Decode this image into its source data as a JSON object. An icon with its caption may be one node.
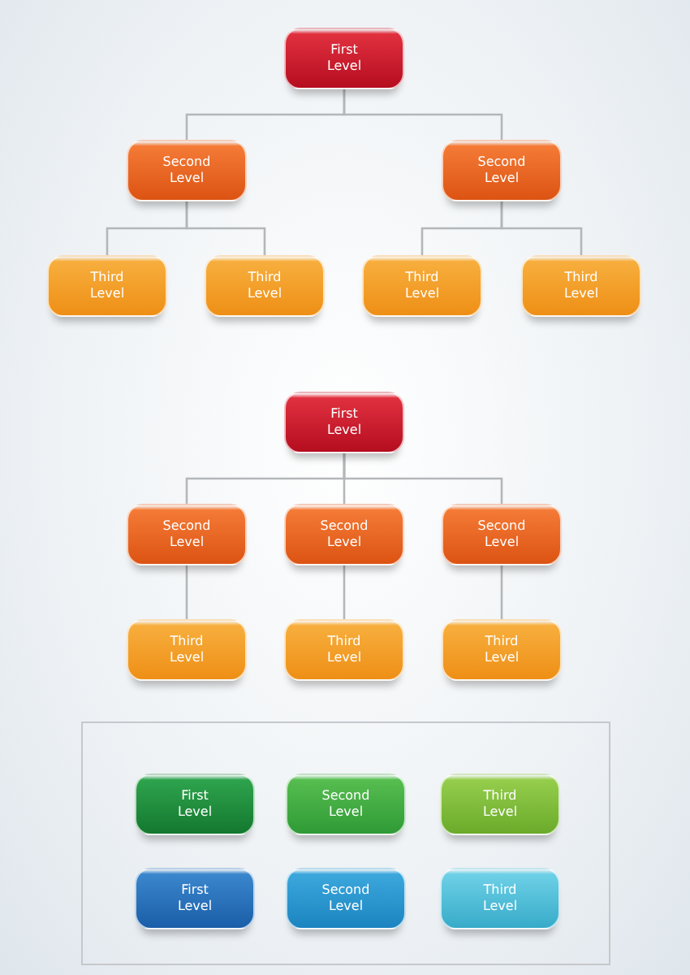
{
  "diagram": {
    "nodes": [
      {
        "text": [
          "First Level"
        ]
      },
      {
        "text": [
          "Second Level"
        ]
      },
      {
        "text": [
          "Second Level"
        ]
      },
      {
        "text": [
          "Third Level"
        ]
      },
      {
        "text": [
          "Third Level"
        ]
      },
      {
        "text": [
          "Third Level"
        ]
      },
      {
        "text": [
          "Third Level"
        ]
      },
      {
        "text": [
          "First Level"
        ]
      },
      {
        "text": [
          "Second Level"
        ]
      },
      {
        "text": [
          "Second Level"
        ]
      },
      {
        "text": [
          "Second Level"
        ]
      },
      {
        "text": [
          "Third Level"
        ]
      },
      {
        "text": [
          "Third Level"
        ]
      },
      {
        "text": [
          "Third Level"
        ]
      },
      {
        "text": [],
        "shape": "box"
      },
      {
        "text": [
          "First Level"
        ],
        "in": 14
      },
      {
        "text": [
          "Second Level"
        ],
        "in": 14
      },
      {
        "text": [
          "Third Level"
        ],
        "in": 14
      },
      {
        "text": [
          "First Level"
        ],
        "in": 14
      },
      {
        "text": [
          "Second Level"
        ],
        "in": 14
      },
      {
        "text": [
          "Third Level"
        ],
        "in": 14
      }
    ],
    "edges": [
      {
        "from": 0,
        "to": 1,
        "arrow": "none"
      },
      {
        "from": 0,
        "to": 2,
        "arrow": "none"
      },
      {
        "from": 1,
        "to": 3,
        "arrow": "none"
      },
      {
        "from": 1,
        "to": 4,
        "arrow": "none"
      },
      {
        "from": 2,
        "to": 5,
        "arrow": "none"
      },
      {
        "from": 2,
        "to": 6,
        "arrow": "none"
      },
      {
        "from": 7,
        "to": 8,
        "arrow": "none"
      },
      {
        "from": 7,
        "to": 9,
        "arrow": "none"
      },
      {
        "from": 7,
        "to": 10,
        "arrow": "none"
      },
      {
        "from": 8,
        "to": 11,
        "arrow": "none"
      },
      {
        "from": 9,
        "to": 12,
        "arrow": "none"
      },
      {
        "from": 10,
        "to": 13,
        "arrow": "none"
      }
    ]
  }
}
